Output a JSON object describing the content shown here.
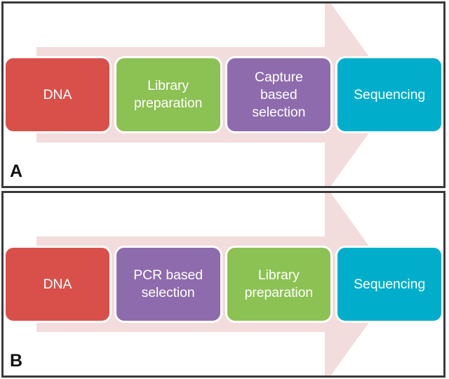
{
  "figure": {
    "colors": {
      "dna": "#d9504b",
      "library": "#8cc153",
      "selection": "#8e6bad",
      "sequencing": "#00aecb",
      "arrow": "#f3dcdc",
      "panel_border": "#3a3a3a",
      "box_border": "#ffffff",
      "label_text": "#ffffff"
    },
    "panels": [
      {
        "letter": "A",
        "arrow_name": "workflow-arrow",
        "steps": [
          {
            "label": "DNA",
            "color_key": "dna",
            "name": "step-dna"
          },
          {
            "label": "Library\npreparation",
            "color_key": "library",
            "name": "step-library-preparation"
          },
          {
            "label": "Capture\nbased\nselection",
            "color_key": "selection",
            "name": "step-capture-based-selection"
          },
          {
            "label": "Sequencing",
            "color_key": "sequencing",
            "name": "step-sequencing"
          }
        ]
      },
      {
        "letter": "B",
        "arrow_name": "workflow-arrow",
        "steps": [
          {
            "label": "DNA",
            "color_key": "dna",
            "name": "step-dna"
          },
          {
            "label": "PCR based\nselection",
            "color_key": "selection",
            "name": "step-pcr-based-selection"
          },
          {
            "label": "Library\npreparation",
            "color_key": "library",
            "name": "step-library-preparation"
          },
          {
            "label": "Sequencing",
            "color_key": "sequencing",
            "name": "step-sequencing"
          }
        ]
      }
    ]
  }
}
